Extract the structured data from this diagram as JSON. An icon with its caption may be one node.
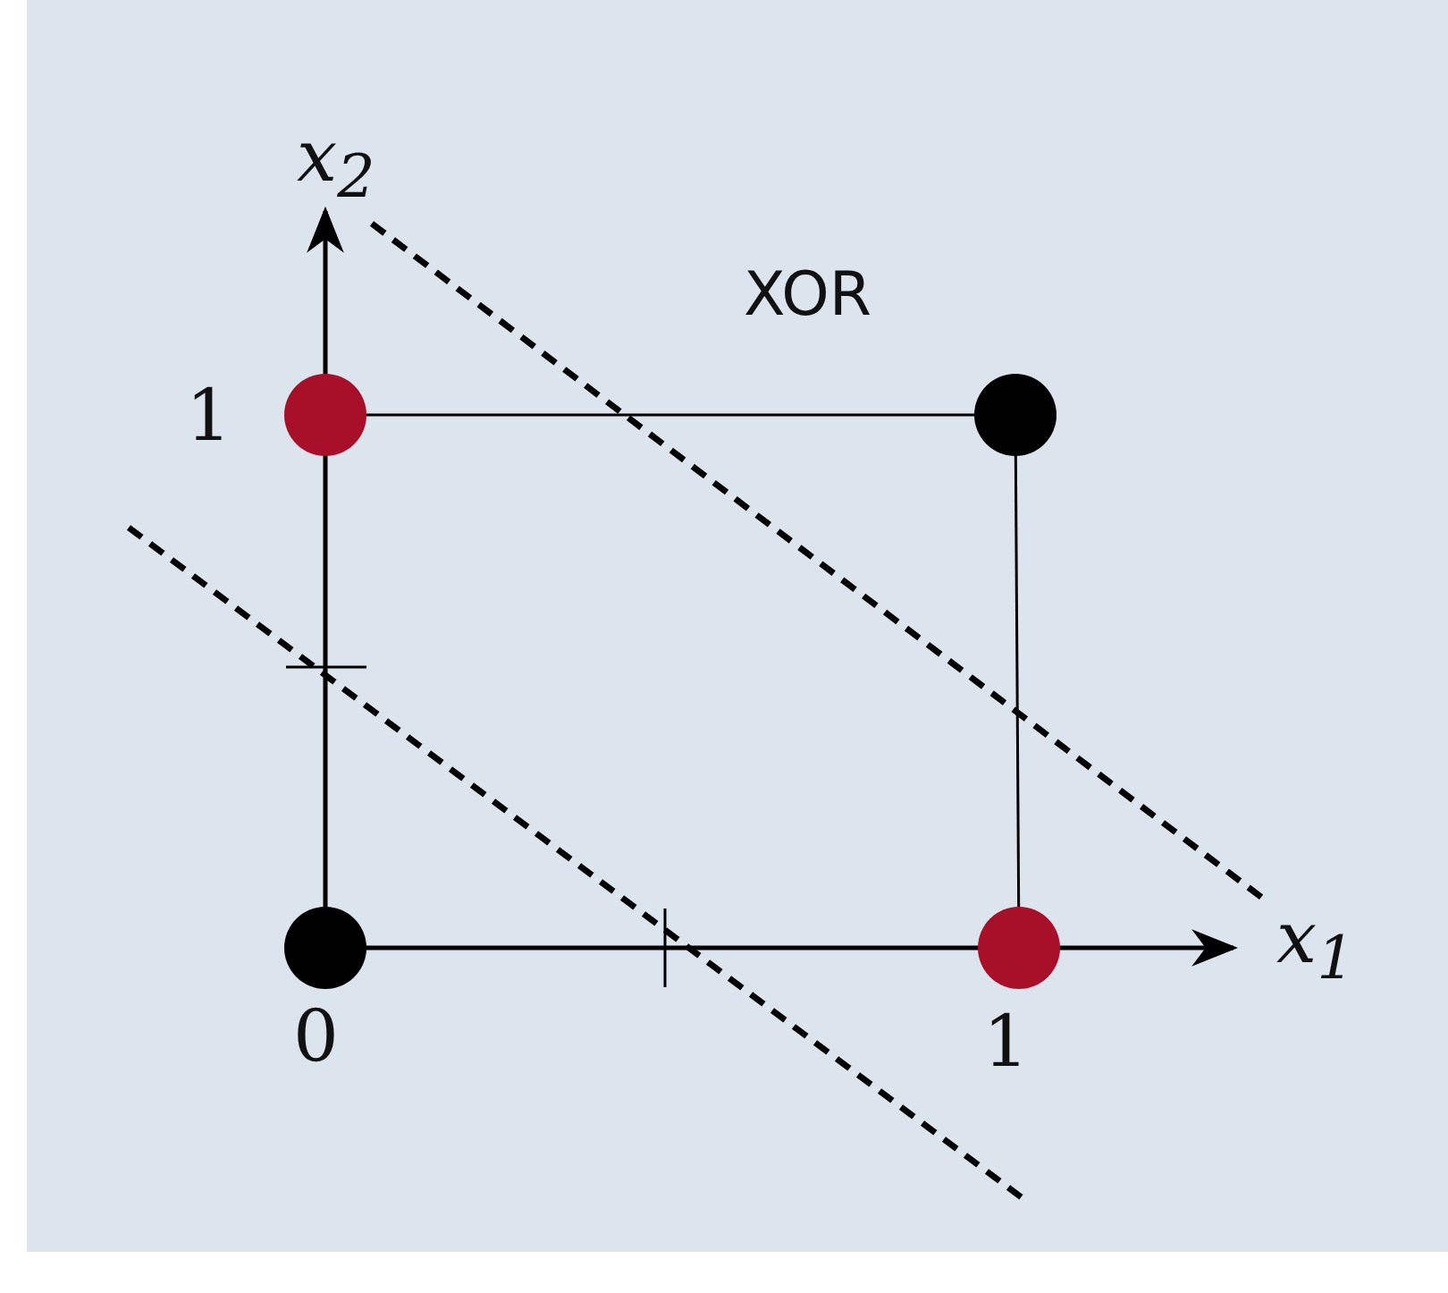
{
  "diagram": {
    "title": "XOR",
    "nodes": [
      {
        "text": [],
        "shape": "circle"
      },
      {
        "text": [],
        "shape": "circle"
      },
      {
        "text": [],
        "shape": "circle"
      },
      {
        "text": [],
        "shape": "circle"
      }
    ],
    "edges": [
      {
        "from": 0,
        "to": 1,
        "arrow": "none"
      },
      {
        "from": 1,
        "to": 3,
        "arrow": "none"
      }
    ],
    "labels": [
      "x$_{2}$",
      "1",
      "x$_{1}$",
      "0",
      "1"
    ]
  }
}
